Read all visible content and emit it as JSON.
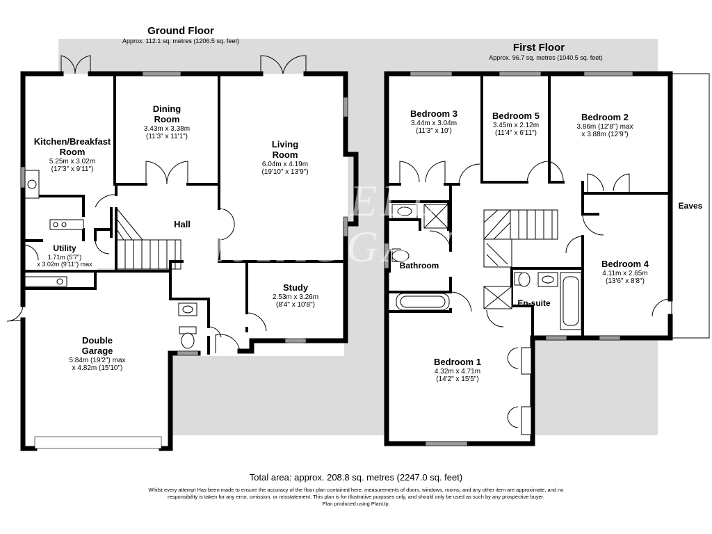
{
  "ground_floor": {
    "title": "Ground Floor",
    "area": "Approx. 112.1 sq. metres (1206.5 sq. feet)",
    "rooms": {
      "kitchen": {
        "name_line1": "Kitchen/Breakfast",
        "name_line2": "Room",
        "dims": "5.25m x 3.02m",
        "dims_imperial": "(17'3\" x 9'11\")"
      },
      "dining": {
        "name_line1": "Dining",
        "name_line2": "Room",
        "dims": "3.43m x 3.38m",
        "dims_imperial": "(11'3\" x 11'1\")"
      },
      "living": {
        "name_line1": "Living",
        "name_line2": "Room",
        "dims": "6.04m x 4.19m",
        "dims_imperial": "(19'10\" x 13'9\")"
      },
      "hall": {
        "name": "Hall"
      },
      "utility": {
        "name": "Utility",
        "dims": "1.71m (5'7\")",
        "dims_imperial": "x 3.02m (9'11\") max"
      },
      "study": {
        "name": "Study",
        "dims": "2.53m x 3.26m",
        "dims_imperial": "(8'4\" x 10'8\")"
      },
      "garage": {
        "name_line1": "Double",
        "name_line2": "Garage",
        "dims": "5.84m (19'2\") max",
        "dims_imperial": "x 4.82m (15'10\")"
      }
    }
  },
  "first_floor": {
    "title": "First Floor",
    "area": "Approx. 96.7 sq. metres (1040.5 sq. feet)",
    "rooms": {
      "bedroom3": {
        "name": "Bedroom 3",
        "dims": "3.44m x 3.04m",
        "dims_imperial": "(11'3\" x 10')"
      },
      "bedroom5": {
        "name": "Bedroom 5",
        "dims": "3.45m x 2.12m",
        "dims_imperial": "(11'4\" x 6'11\")"
      },
      "bedroom2": {
        "name": "Bedroom 2",
        "dims": "3.86m (12'8\") max",
        "dims_imperial": "x 3.88m (12'9\")"
      },
      "bathroom": {
        "name": "Bathroom"
      },
      "bedroom4": {
        "name": "Bedroom 4",
        "dims": "4.11m x 2.65m",
        "dims_imperial": "(13'6\" x 8'8\")"
      },
      "ensuite": {
        "name": "En-suite"
      },
      "bedroom1": {
        "name": "Bedroom 1",
        "dims": "4.32m x 4.71m",
        "dims_imperial": "(14'2\" x 15'5\")"
      },
      "eaves": {
        "name": "Eaves"
      }
    }
  },
  "watermark": {
    "line1": "MANSELL",
    "line2": "McTAGGART"
  },
  "total_area": "Total area: approx. 208.8 sq. metres (2247.0 sq. feet)",
  "disclaimer": {
    "line1": "Whilst every attempt Has been made to ensure the accuracy of the floor plan contained here, measurements of doors, windows, rooms, and any other item are approximate, and no",
    "line2": "responsibility is taken for any error, omission, or misstatement. This plan is for illustrative purposes only, and should only be used as such by any prospective buyer.",
    "line3": "Plan produced using PlanUp."
  },
  "colors": {
    "wall": "#000000",
    "backdrop": "#dcdcdc",
    "floor": "#ffffff",
    "window": "#9a9a9a"
  }
}
